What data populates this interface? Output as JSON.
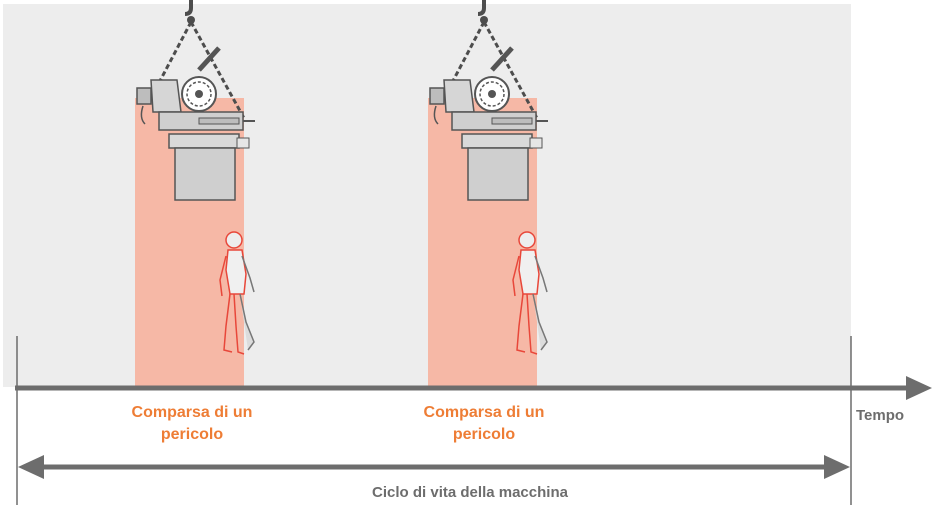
{
  "colors": {
    "background_panel": "#ededed",
    "hazard_zone": "#f6b8a6",
    "accent_orange": "#ee7d35",
    "axis_gray": "#6d6d6d",
    "machine_gray": "#cfcfcf",
    "person_red": "#e8473a"
  },
  "hazards": [
    {
      "label_line1": "Comparsa di un",
      "label_line2": "pericolo"
    },
    {
      "label_line1": "Comparsa di un",
      "label_line2": "pericolo"
    }
  ],
  "axis": {
    "time_label": "Tempo",
    "lifecycle_label": "Ciclo di vita della macchina"
  },
  "icons": [
    "suspended-machine-icon",
    "walking-person-icon",
    "chain-hook-icon"
  ]
}
